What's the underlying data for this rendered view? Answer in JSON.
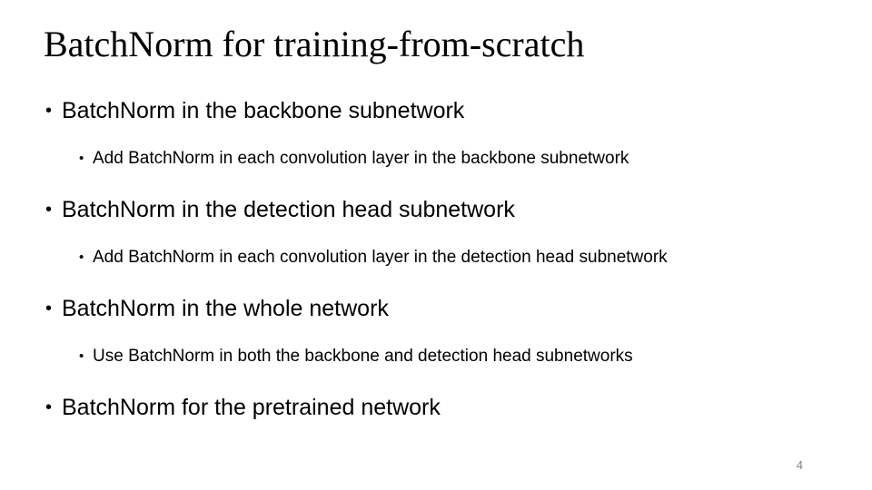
{
  "slide": {
    "title": "BatchNorm for training-from-scratch",
    "bullet_glyph": "•",
    "bullets": [
      {
        "level": 1,
        "text": "BatchNorm in the backbone subnetwork"
      },
      {
        "level": 2,
        "text": "Add BatchNorm in each convolution layer in the backbone subnetwork"
      },
      {
        "level": 1,
        "text": "BatchNorm in the detection head subnetwork"
      },
      {
        "level": 2,
        "text": "Add BatchNorm in each convolution layer in the detection head subnetwork"
      },
      {
        "level": 1,
        "text": "BatchNorm in the whole network"
      },
      {
        "level": 2,
        "text": "Use BatchNorm in both the backbone and detection head subnetworks"
      },
      {
        "level": 1,
        "text": "BatchNorm for the pretrained network"
      }
    ],
    "page_number": "4",
    "colors": {
      "background": "#ffffff",
      "body_text": "#000000",
      "title_text": "#000000",
      "page_number": "#808080"
    }
  }
}
